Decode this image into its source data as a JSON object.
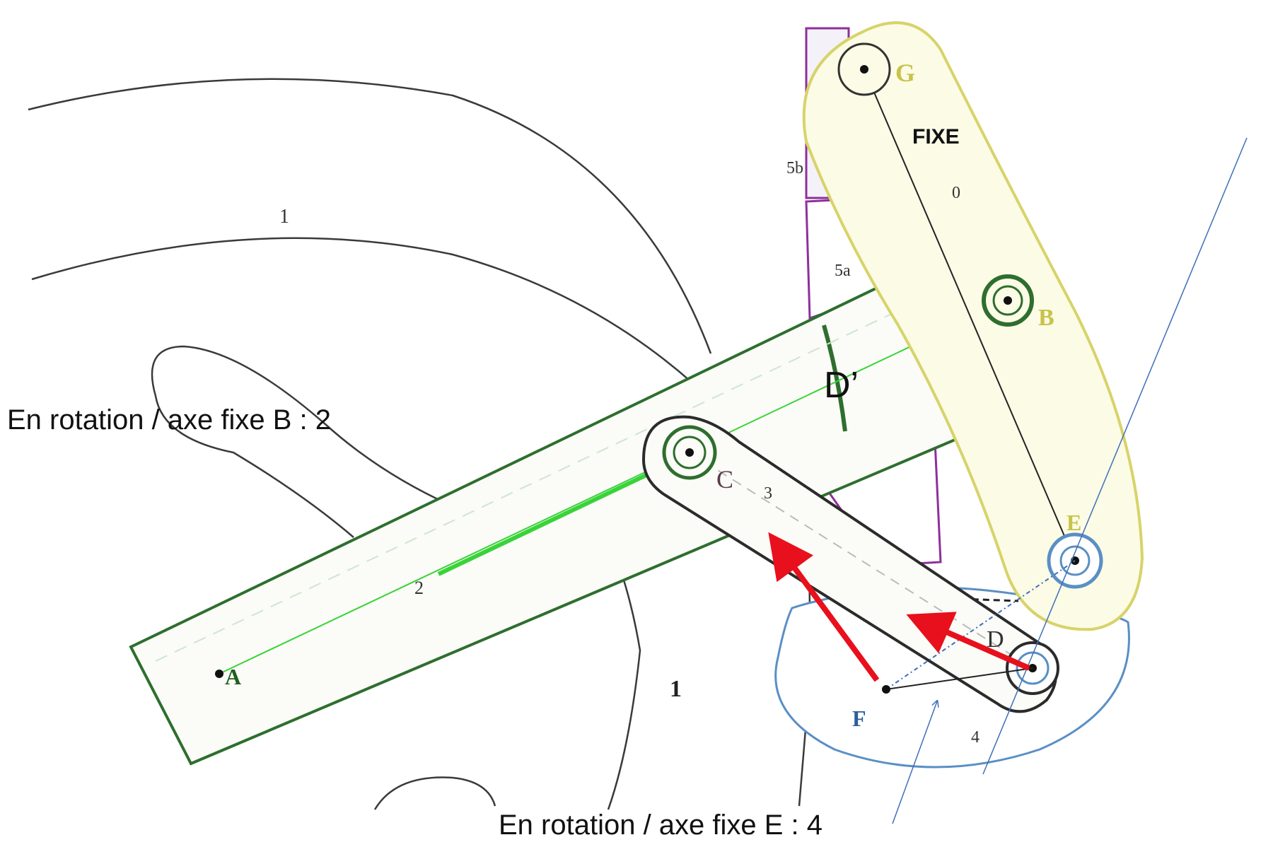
{
  "labels": {
    "G": "G",
    "B": "B",
    "E": "E",
    "D": "D",
    "C": "C",
    "F": "F",
    "A": "A",
    "D_prime": "D’",
    "fixe": "FIXE",
    "part_0": "0",
    "part_1": "1",
    "part_2": "2",
    "part_3": "3",
    "part_4": "4",
    "part_5a": "5a",
    "part_5b": "5b"
  },
  "captions": {
    "rotation_b": "En rotation / axe fixe B : 2",
    "rotation_e": "En rotation / axe fixe E : 4"
  },
  "colors": {
    "fixed_link": "#d8d36a",
    "fixed_link_fill": "#fbfbe6",
    "part_2": "#2e6e2e",
    "part_2_highlight": "#39d339",
    "part_4": "#5a8fc4",
    "part_5": "#8e2f9c",
    "red_arrows": "#e8101c",
    "guide_lines": "#3f6fb8"
  }
}
